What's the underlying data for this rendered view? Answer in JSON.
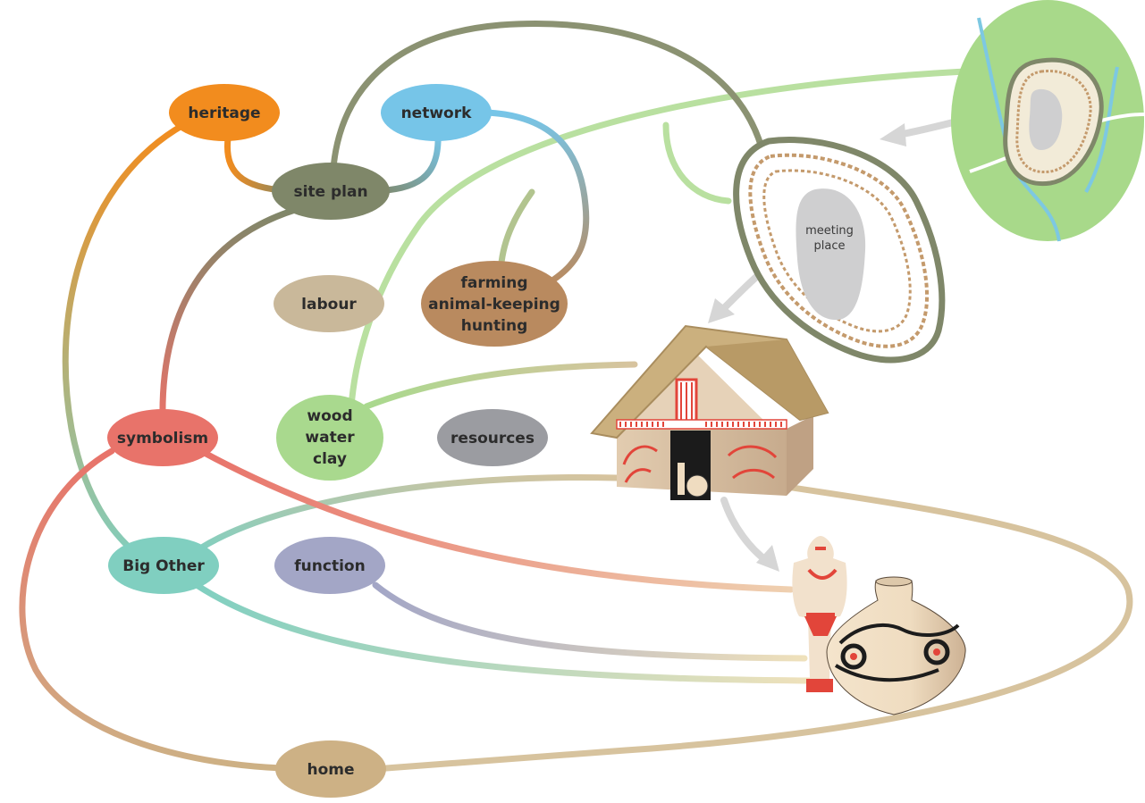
{
  "nodes": {
    "heritage": {
      "label": "heritage",
      "color": "#f28c1e"
    },
    "network": {
      "label": "network",
      "color": "#76c5e8"
    },
    "site_plan": {
      "label": "site plan",
      "color": "#7f8769"
    },
    "labour": {
      "label": "labour",
      "color": "#c9b89a"
    },
    "farming": {
      "lines": [
        "farming",
        "animal-keeping",
        "hunting"
      ],
      "color": "#b98a5f"
    },
    "wood": {
      "lines": [
        "wood",
        "water",
        "clay"
      ],
      "color": "#a9d98e"
    },
    "resources": {
      "label": "resources",
      "color": "#9b9ca1"
    },
    "symbolism": {
      "label": "symbolism",
      "color": "#e8736a"
    },
    "big_other": {
      "label": "Big Other",
      "color": "#80cfc0"
    },
    "function": {
      "label": "function",
      "color": "#a3a6c6"
    },
    "home": {
      "label": "home",
      "color": "#cdb185"
    }
  },
  "settlement": {
    "lines": [
      "meeting",
      "place"
    ]
  },
  "colors": {
    "connector_tan": "#d7c39e",
    "landscape_green": "#a8d98a",
    "river_blue": "#7dc8e2",
    "arrow_grey": "#d6d6d6",
    "ditch": "#7f8769"
  }
}
